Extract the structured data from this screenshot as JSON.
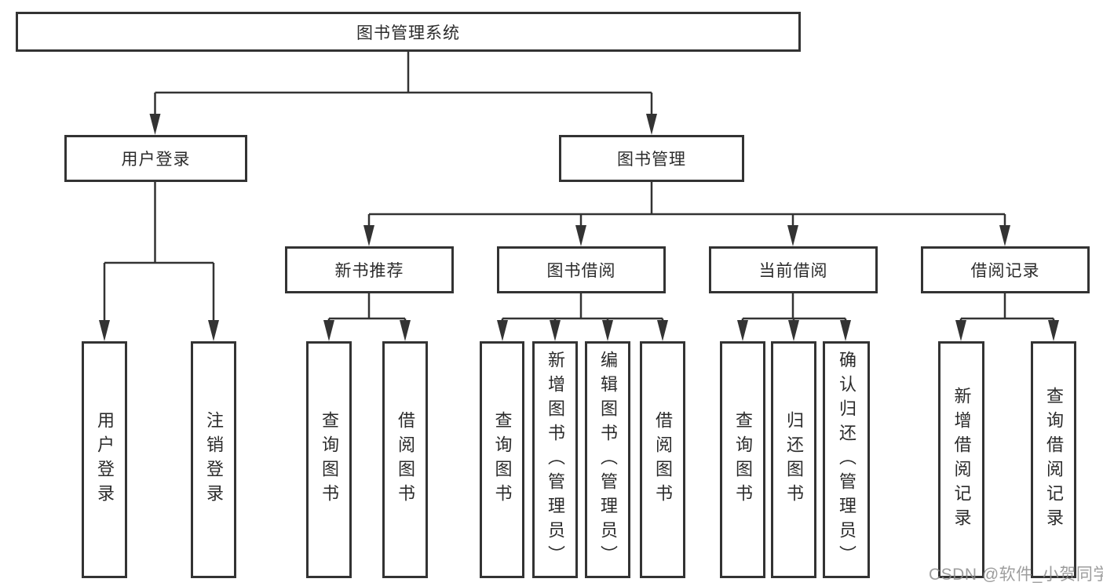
{
  "title": "图书管理系统",
  "watermark": "CSDN @软件_小贺同学",
  "colors": {
    "line": "#333333",
    "box_border": "#333333",
    "text": "#2b2b2b",
    "watermark": "#8c8c8c",
    "background": "#ffffff"
  },
  "tree": {
    "label": "图书管理系统",
    "children": [
      {
        "label": "用户登录",
        "children": [
          {
            "label": "用户登录"
          },
          {
            "label": "注销登录"
          }
        ]
      },
      {
        "label": "图书管理",
        "children": [
          {
            "label": "新书推荐",
            "children": [
              {
                "label": "查询图书"
              },
              {
                "label": "借阅图书"
              }
            ]
          },
          {
            "label": "图书借阅",
            "children": [
              {
                "label": "查询图书"
              },
              {
                "label": "新增图书（管理员）"
              },
              {
                "label": "编辑图书（管理员）"
              },
              {
                "label": "借阅图书"
              }
            ]
          },
          {
            "label": "当前借阅",
            "children": [
              {
                "label": "查询图书"
              },
              {
                "label": "归还图书"
              },
              {
                "label": "确认归还（管理员）"
              }
            ]
          },
          {
            "label": "借阅记录",
            "children": [
              {
                "label": "新增借阅记录"
              },
              {
                "label": "查询借阅记录"
              }
            ]
          }
        ]
      }
    ]
  }
}
